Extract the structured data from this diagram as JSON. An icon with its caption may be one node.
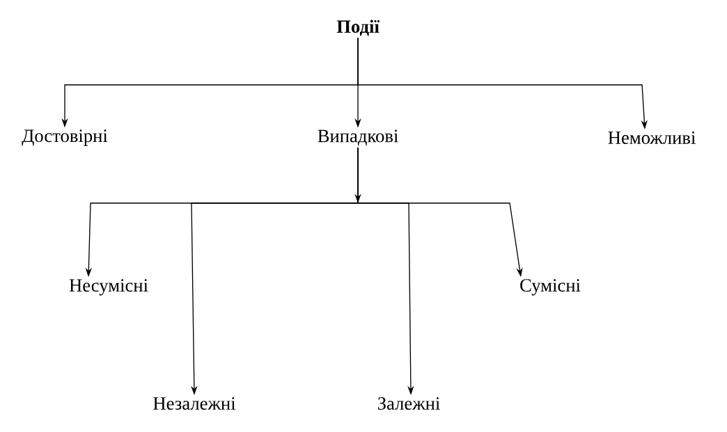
{
  "diagram": {
    "nodes": [
      {
        "text": [
          "Події"
        ]
      },
      {
        "text": [
          "Достовірні"
        ]
      },
      {
        "text": [
          "Випадкові"
        ]
      },
      {
        "text": [
          "Неможливі"
        ]
      },
      {
        "text": [
          "Несумісні"
        ]
      },
      {
        "text": [
          "Незалежні"
        ]
      },
      {
        "text": [
          "Залежні"
        ]
      },
      {
        "text": [
          "Сумісні"
        ]
      }
    ],
    "edges": [
      {
        "from": 0,
        "to": 1,
        "arrow": "to"
      },
      {
        "from": 0,
        "to": 2,
        "arrow": "to"
      },
      {
        "from": 0,
        "to": 3,
        "arrow": "to"
      },
      {
        "from": 2,
        "to": 4,
        "arrow": "to"
      },
      {
        "from": 2,
        "to": 5,
        "arrow": "to"
      },
      {
        "from": 2,
        "to": 6,
        "arrow": "to"
      },
      {
        "from": 2,
        "to": 7,
        "arrow": "to"
      }
    ]
  }
}
